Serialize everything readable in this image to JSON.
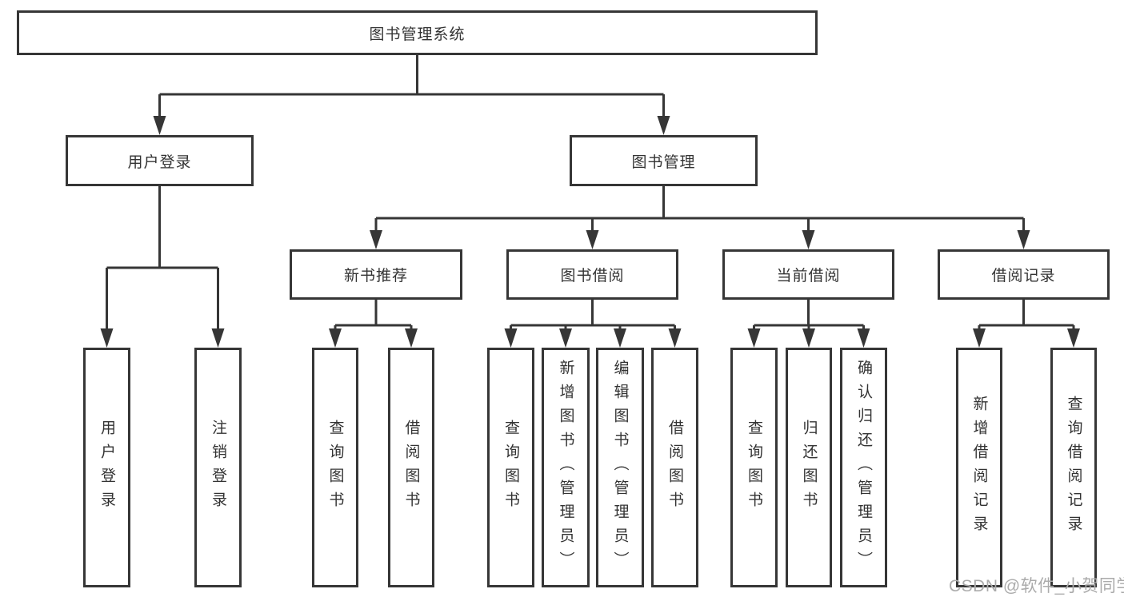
{
  "title": "图书管理系统",
  "tree": {
    "label": "图书管理系统",
    "children": [
      {
        "label": "用户登录",
        "children": [
          {
            "label": "用户登录"
          },
          {
            "label": "注销登录"
          }
        ]
      },
      {
        "label": "图书管理",
        "children": [
          {
            "label": "新书推荐",
            "children": [
              {
                "label": "查询图书"
              },
              {
                "label": "借阅图书"
              }
            ]
          },
          {
            "label": "图书借阅",
            "children": [
              {
                "label": "查询图书"
              },
              {
                "label": "新增图书（管理员）"
              },
              {
                "label": "编辑图书（管理员）"
              },
              {
                "label": "借阅图书"
              }
            ]
          },
          {
            "label": "当前借阅",
            "children": [
              {
                "label": "查询图书"
              },
              {
                "label": "归还图书"
              },
              {
                "label": "确认归还（管理员）"
              }
            ]
          },
          {
            "label": "借阅记录",
            "children": [
              {
                "label": "新增借阅记录"
              },
              {
                "label": "查询借阅记录"
              }
            ]
          }
        ]
      }
    ]
  },
  "watermark": "CSDN @软件_小贺同学",
  "colors": {
    "line": "#363636",
    "box_border": "#363636",
    "box_background": "#ffffff",
    "text": "#333333",
    "watermark": "#ababab",
    "background": "#ffffff"
  }
}
